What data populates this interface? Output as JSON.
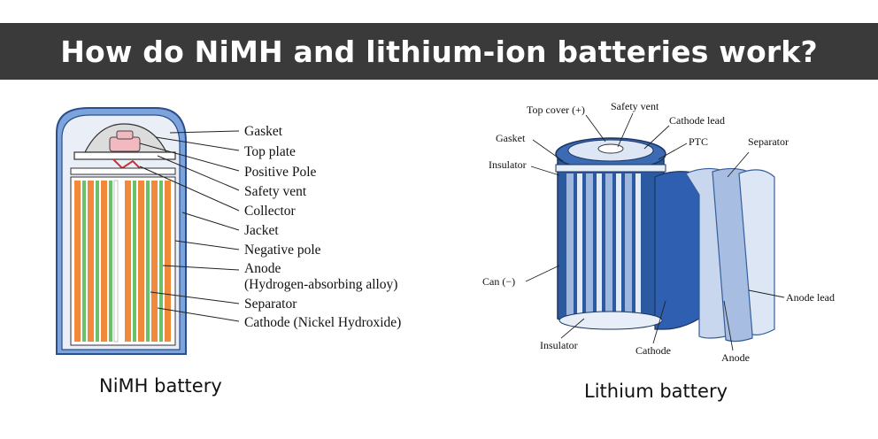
{
  "title": "How do NiMH and lithium-ion batteries work?",
  "nimh": {
    "caption": "NiMH battery",
    "labels": [
      "Gasket",
      "Top plate",
      "Positive Pole",
      "Safety vent",
      "Collector",
      "Jacket",
      "Negative pole",
      "Anode",
      "(Hydrogen-absorbing alloy)",
      "Separator",
      "Cathode (Nickel Hydroxide)"
    ]
  },
  "lithium": {
    "caption": "Lithium battery",
    "labels": {
      "top_cover": "Top cover (+)",
      "safety_vent": "Safety vent",
      "cathode_lead": "Cathode lead",
      "gasket": "Gasket",
      "ptc": "PTC",
      "separator": "Separator",
      "insulator_top": "Insulator",
      "can": "Can (−)",
      "anode_lead": "Anode lead",
      "insulator_bottom": "Insulator",
      "cathode": "Cathode",
      "anode": "Anode"
    }
  },
  "colors": {
    "banner": "#3a3a3a",
    "nimh_shell": "#4a7bc8",
    "nimh_orange": "#f08a3a",
    "nimh_green": "#6cc06a",
    "lithium_blue": "#2c5aa0",
    "lithium_light": "#c9d7ee"
  }
}
